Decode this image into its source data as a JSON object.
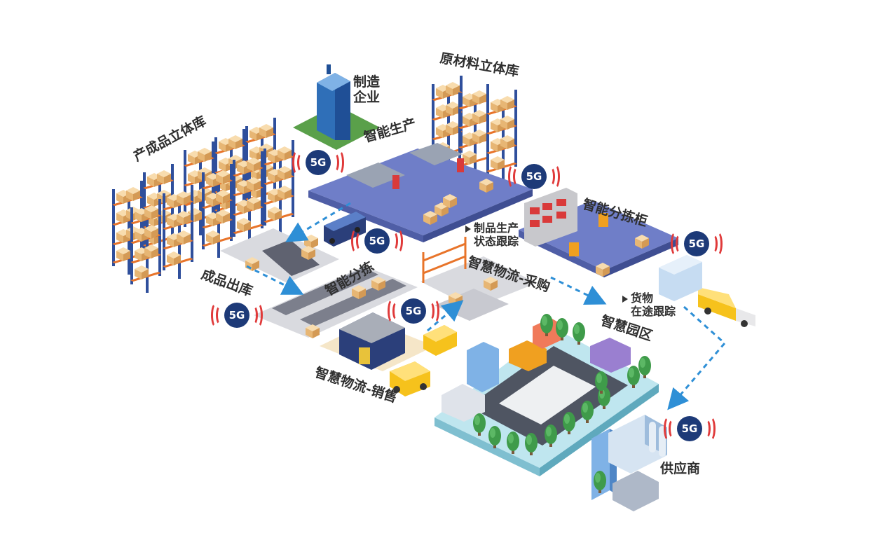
{
  "labels": {
    "manufacturer_line1": "制造",
    "manufacturer_line2": "企业",
    "raw_material_warehouse": "原材料立体库",
    "finished_goods_warehouse": "产成品立体库",
    "smart_production": "智能生产",
    "smart_sorting_cabinet": "智能分拣柜",
    "wip_tracking_line1": "制品生产",
    "wip_tracking_line2": "状态跟踪",
    "smart_logistics_purchase": "智慧物流-采购",
    "finished_goods_outbound": "成品出库",
    "smart_sorting": "智能分拣",
    "goods_tracking_line1": "货物",
    "goods_tracking_line2": "在途跟踪",
    "smart_park": "智慧园区",
    "smart_logistics_sales": "智慧物流-销售",
    "supplier": "供应商"
  },
  "badge_text": "5G",
  "colors": {
    "platform_blue": "#6f7ec8",
    "platform_gray": "#d9dadf",
    "rack_blue": "#2f4f9c",
    "rack_orange": "#e8742a",
    "box": "#f0c993",
    "arrow": "#2e8fd6",
    "badge_core": "#1d3a78",
    "badge_wave": "#e03a3a",
    "park_green": "#3f9b4a",
    "truck_yellow": "#f6c21c"
  }
}
